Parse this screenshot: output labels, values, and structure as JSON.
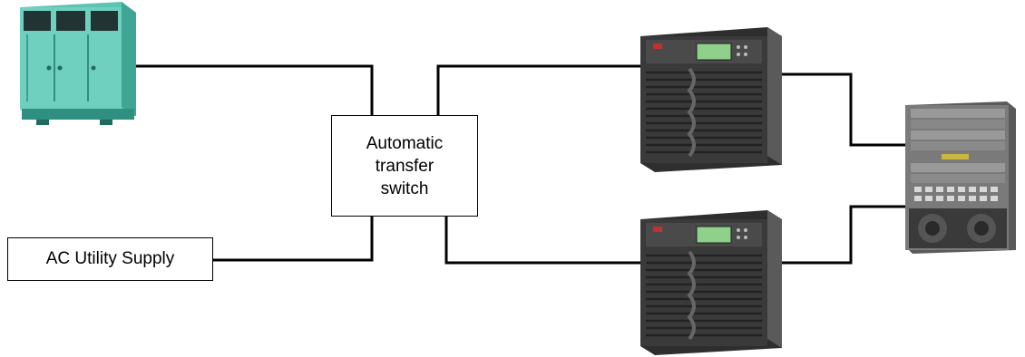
{
  "diagram": {
    "nodes": {
      "generator": {
        "icon": "diesel-generator-icon"
      },
      "ats": {
        "lines": [
          "Automatic",
          "transfer",
          "switch"
        ]
      },
      "ac_utility": {
        "label": "AC Utility Supply"
      },
      "ups_top": {
        "icon": "rack-ups-icon"
      },
      "ups_bottom": {
        "icon": "rack-ups-icon"
      },
      "switch_chassis": {
        "icon": "network-switch-chassis-icon"
      }
    },
    "connections": [
      [
        "generator",
        "ats"
      ],
      [
        "ac_utility",
        "ats"
      ],
      [
        "ats",
        "ups_top"
      ],
      [
        "ats",
        "ups_bottom"
      ],
      [
        "ups_top",
        "switch_chassis"
      ],
      [
        "ups_bottom",
        "switch_chassis"
      ]
    ],
    "colors": {
      "generator_body": "#5cc4b3",
      "generator_dark": "#2f8f80",
      "ups_body": "#3a3a3a",
      "ups_side": "#5a5a5a",
      "ups_lcd": "#8fd08a",
      "switch_chassis": "#6f6f6f",
      "line": "#000000"
    }
  }
}
